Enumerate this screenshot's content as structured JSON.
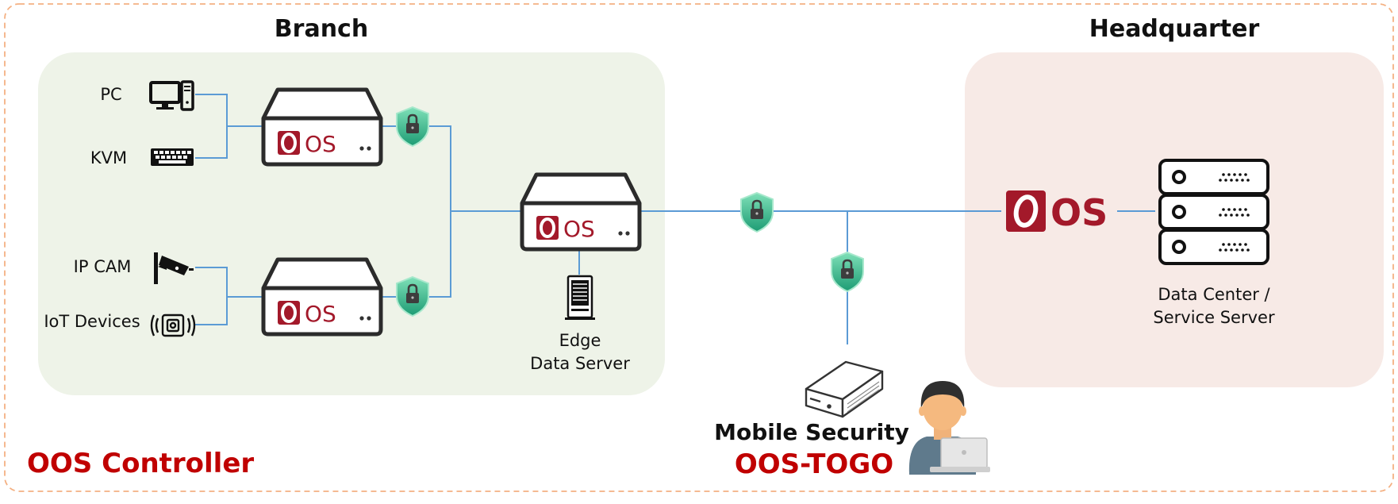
{
  "branch": {
    "title": "Branch",
    "devices": {
      "pc": "PC",
      "kvm": "KVM",
      "ip_cam": "IP CAM",
      "iot": "IoT Devices"
    },
    "edge_server": {
      "line1": "Edge",
      "line2": "Data Server"
    }
  },
  "headquarter": {
    "title": "Headquarter",
    "datacenter": {
      "line1": "Data Center /",
      "line2": "Service Server"
    }
  },
  "box_logo": "OS",
  "hq_logo": "OS",
  "mobile": {
    "label": "Mobile Security",
    "product": "OOS-TOGO"
  },
  "controller_label": "OOS Controller",
  "colors": {
    "accent_red": "#c00000",
    "logo_red": "#a3192a",
    "line_blue": "#5b9bd5",
    "branch_bg": "#eef3e8",
    "hq_bg": "#f7eae6",
    "frame_dash": "#f4b183",
    "shield": "#2bb587"
  }
}
